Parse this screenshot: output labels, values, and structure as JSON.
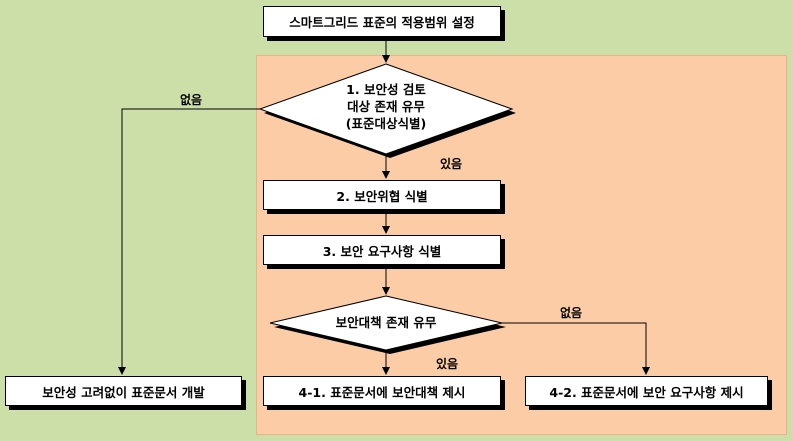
{
  "title_box": "스마트그리드 표준의 적용범위 설정",
  "decision1": {
    "line1": "1. 보안성 검토",
    "line2": "대상 존재 유무",
    "line3": "(표준대상식별)",
    "yes_label": "있음",
    "no_label": "없음"
  },
  "step2": "2. 보안위협 식별",
  "step3": "3. 보안 요구사항 식별",
  "decision2": {
    "text": "보안대책 존재 유무",
    "yes_label": "있음",
    "no_label": "없음"
  },
  "outcome_left": "보안성 고려없이 표준문서 개발",
  "outcome_4_1": "4-1. 표준문서에 보안대책 제시",
  "outcome_4_2": "4-2. 표준문서에 보안 요구사항 제시",
  "colors": {
    "background": "#cddfa8",
    "region": "#fbcca6",
    "box": "#ffffff",
    "stroke": "#000000"
  }
}
